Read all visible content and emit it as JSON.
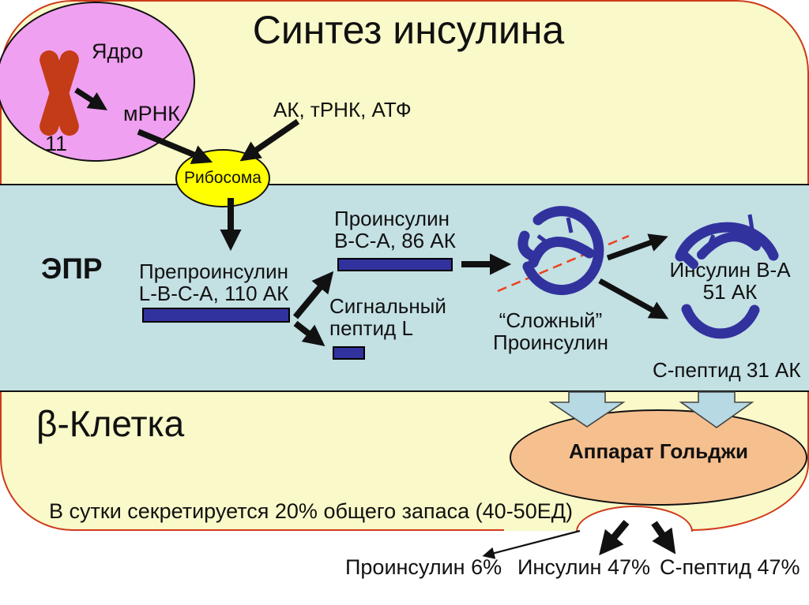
{
  "slide": {
    "title": "Синтез инсулина",
    "nucleus": {
      "label": "Ядро",
      "chromosome_number": "11",
      "mrna_label": "мРНК"
    },
    "inputs_label": "АК, тРНК, АТФ",
    "ribosome_label": "Рибосома",
    "er": {
      "label": "ЭПР",
      "preproinsulin": {
        "line1": "Препроинсулин",
        "line2": "L-B-C-A, 110 АК"
      },
      "proinsulin": {
        "line1": "Проинсулин",
        "line2": "B-C-A, 86 АК"
      },
      "signal_peptide": {
        "line1": "Сигнальный",
        "line2": "пептид L"
      },
      "complex_proinsulin": {
        "line1": "“Сложный”",
        "line2": "Проинсулин"
      },
      "insulin": {
        "line1": "Инсулин B-A",
        "line2": "51 АК"
      },
      "c_peptide_label": "С-пептид 31 АК"
    },
    "beta_cell_label": "β-Клетка",
    "secretion_note": "В сутки секретируется 20% общего запаса (40-50ЕД)",
    "golgi_label": "Аппарат Гольджи",
    "secreted": {
      "proinsulin": "Проинсулин 6%",
      "insulin": "Инсулин 47%",
      "c_peptide": "С-пептид 47%"
    },
    "colors": {
      "outer_background": "#ffffff",
      "slide_background": "#f9f9c9",
      "border_red": "#cf3a1a",
      "er_band": "#c3e0e3",
      "nucleus_pink": "#f0a0f0",
      "chromosome_red": "#c43b17",
      "ribosome_yellow": "#ffff00",
      "peptide_navy": "#32329e",
      "golgi_orange": "#f6bf8e",
      "transport_arrow_blue": "#b7d9e3",
      "cleavage_dash_red": "#f04020"
    }
  }
}
